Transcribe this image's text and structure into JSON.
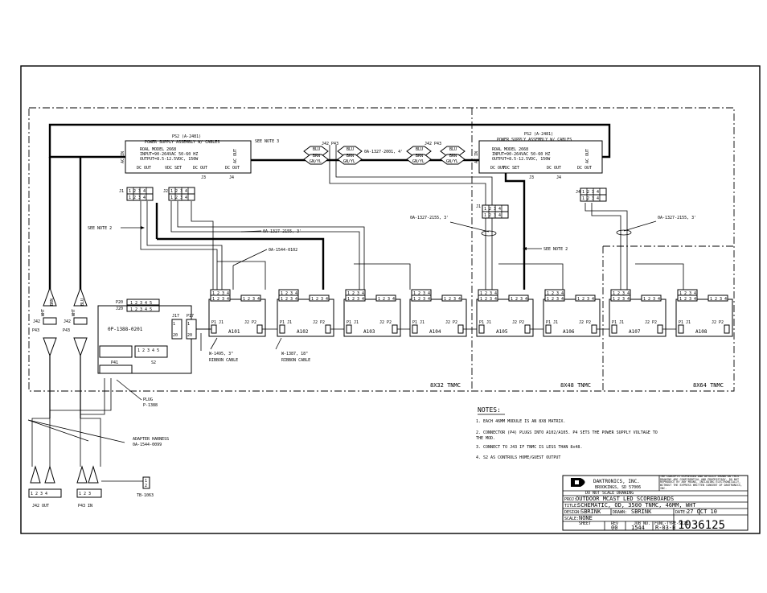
{
  "power_supply_left": {
    "title": "PS2 (A-2481)",
    "subtitle": "POWER SUPPLY ASSEMBLY W/ CABLES",
    "model": "ROAL MODEL 2668",
    "input": "INPUT=90-264VAC 50-60 HZ",
    "output": "OUTPUT=8.5-12.5VDC, 150W",
    "ports": [
      "AC IN",
      "DC OUT",
      "VDC SET",
      "DC OUT",
      "DC OUT",
      "AC OUT"
    ],
    "jacks": [
      "J1",
      "J2",
      "J3",
      "J4"
    ]
  },
  "power_supply_right": {
    "title": "PS2 (A-2481)",
    "subtitle": "POWER SUPPLY ASSEMBLY W/ CABLES",
    "model": "ROAL MODEL 2668",
    "input": "INPUT=90-264VAC 50-60 HZ",
    "output": "OUTPUT=8.5-12.5VDC, 150W",
    "ports": [
      "AC IN",
      "DC OUT",
      "VDC SET",
      "DC OUT",
      "DC OUT",
      "AC OUT"
    ],
    "jacks": [
      "J1",
      "J2",
      "J3",
      "J4"
    ]
  },
  "ac_harness": {
    "p43": "J42 P43",
    "wires": [
      "BLU",
      "BRN",
      "GN/YL"
    ],
    "cable": "0A-1327-2001, 4'"
  },
  "notes_refs": {
    "see_note_3": "SEE NOTE 3",
    "see_note_2a": "SEE NOTE 2",
    "see_note_2b": "SEE NOTE 2"
  },
  "cables": {
    "c2155_a": "0A-1327-2155, 3'",
    "c2155_b": "0A-1327-2155, 3'",
    "c2155_c": "0A-1327-2155, 3'",
    "c0102": "0A-1544-0102",
    "ribbon1": "W-1495, 3\"",
    "ribbon1b": "RIBBON CABLE",
    "ribbon2": "W-1387, 18\"",
    "ribbon2b": "RIBBON CABLE",
    "plug": "PLUG",
    "plug_pn": "P-1388",
    "adapter": "ADAPTER HARNESS",
    "adapter_pn": "0A-1544-0099",
    "tb": "TB-1063"
  },
  "controller": {
    "name": "0P-1388-0201",
    "p20": "P20",
    "j20": "J20",
    "j17": "J17",
    "p17": "P17",
    "s2": "S2",
    "p41": "P41"
  },
  "modules": [
    "A101",
    "A102",
    "A103",
    "A104",
    "A105",
    "A106",
    "A107",
    "A108"
  ],
  "module_plugs": [
    "P1 J1",
    "J2 P2"
  ],
  "sections": [
    "8X32 TNMC",
    "8X48 TNMC",
    "8X64 TNMC"
  ],
  "left_conn": {
    "j42": "J42",
    "p43": "P43",
    "wht": "WHT",
    "brn": "BRN",
    "blu": "BLU",
    "j42_out": "J42 OUT",
    "p43_in": "P43 IN"
  },
  "notes": {
    "heading": "NOTES:",
    "items": [
      "1.  EACH 46MM MODULE IS AN 8X8 MATRIX.",
      "2.  CONNECTOR (P4) PLUGS INTO A102/A105. P4 SETS THE POWER SUPPLY VOLTAGE TO",
      "    THE MOD.",
      "3.  CONNECT TO J43 IF TNMC IS LESS THAN 8x48.",
      "4.  S2 AS CONTROLS HOME/GUEST OUTPUT"
    ]
  },
  "title_block": {
    "company": "DAKTRONICS, INC.",
    "city": "BROOKINGS, SD  57006",
    "copyright": "THE CONCEPTS EXPRESSED AND DETAILS SHOWN ON THIS DRAWING ARE CONFIDENTIAL AND PROPRIETARY. DO NOT REPRODUCE BY ANY MEANS, INCLUDING ELECTRONICALLY, WITHOUT THE EXPRESS WRITTEN CONSENT OF DAKTRONICS, INC.",
    "scale_note": "DO NOT SCALE DRAWING",
    "proj_label": "PROJ:",
    "proj": "OUTDOOR MCAST LED SCOREBOARDS",
    "title_label": "TITLE:",
    "title": "SCHEMATIC, OD, 3500 TNMC, 46MM, WHT",
    "design_label": "DESIGN:",
    "design": "SBRINK",
    "drawn_label": "DRAWN:",
    "drawn": "SBRINK",
    "date_label": "DATE:",
    "date": "27 OCT 10",
    "scale_label": "SCALE:",
    "scale": "NONE",
    "rev_headers": [
      "SHEET",
      "REV",
      "JOB NO.",
      "FUNC-TYPE-SIZE"
    ],
    "rev_values": [
      "",
      "00",
      "1544",
      "R-03-B"
    ],
    "drawing_number": "1036125"
  }
}
